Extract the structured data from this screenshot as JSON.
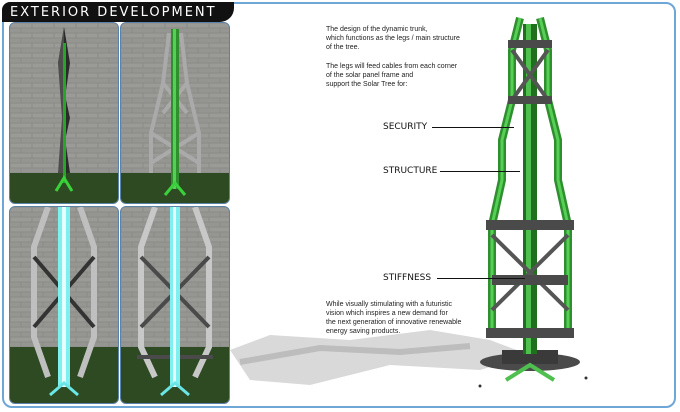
{
  "header": {
    "title": "Exterior Development"
  },
  "description": {
    "para1": [
      "The design of the dynamic trunk,",
      "which functions as the legs / main structure",
      "of the tree."
    ],
    "para2": [
      "The legs will feed cables from each corner",
      "of the solar panel frame and",
      "support the Solar Tree for:"
    ],
    "para3": [
      "While visually stimulating with a futuristic",
      "vision which inspires a new demand for",
      "the next generation of innovative renewable",
      "energy saving products."
    ]
  },
  "callouts": {
    "security": "SECURITY",
    "structure": "STRUCTURE",
    "stiffness": "STIFFNESS"
  },
  "colors": {
    "accent": "#2f8f2f",
    "frame": "#6ea6d6",
    "cyan": "#7ff0f0"
  }
}
